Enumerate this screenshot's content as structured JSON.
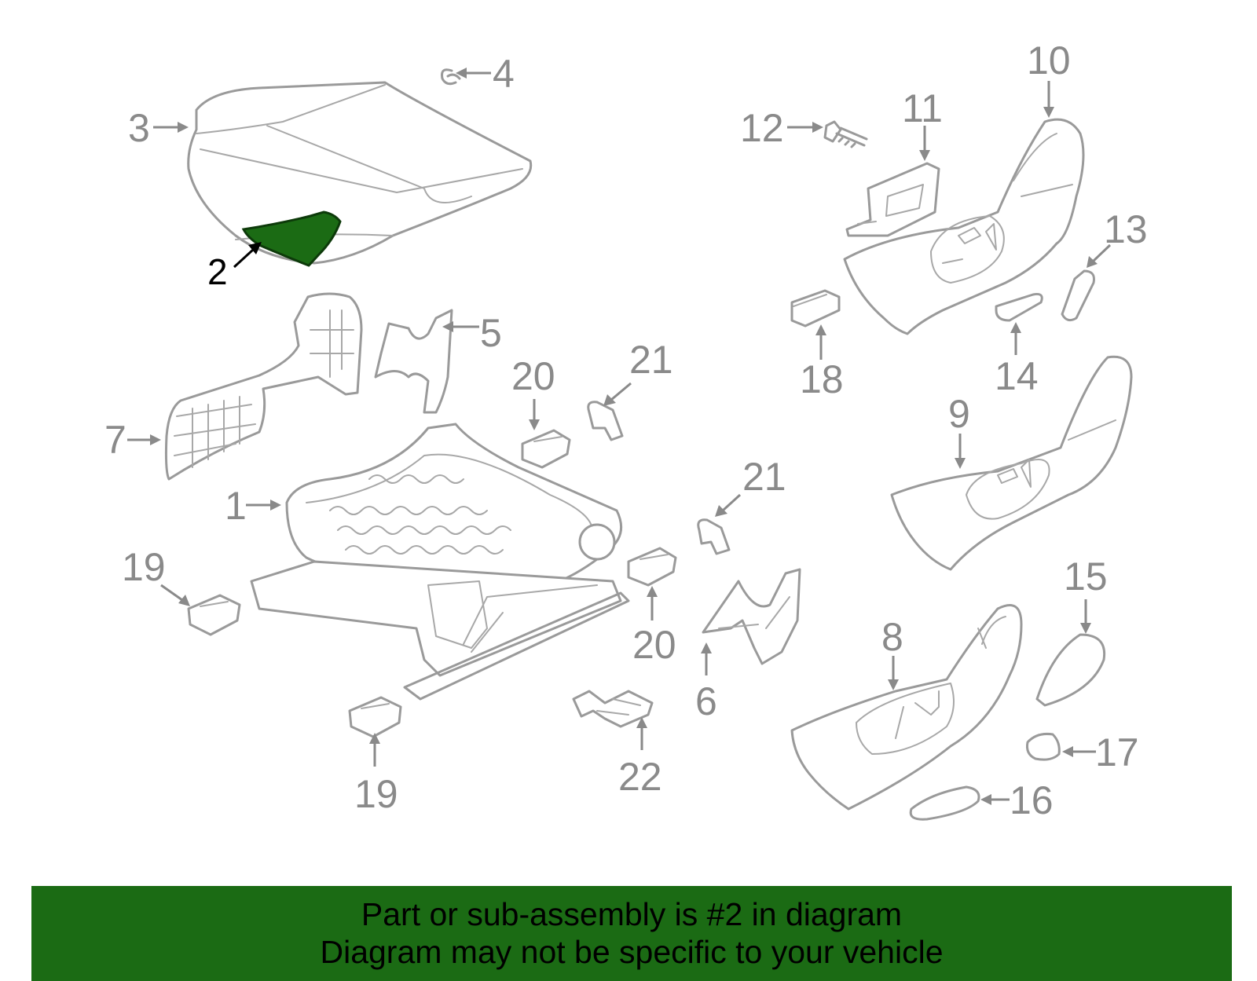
{
  "highlight_color": "#1b6b14",
  "callouts": {
    "c1": "1",
    "c2": "2",
    "c3": "3",
    "c4": "4",
    "c5": "5",
    "c6": "6",
    "c7": "7",
    "c8": "8",
    "c9": "9",
    "c10": "10",
    "c11": "11",
    "c12": "12",
    "c13": "13",
    "c14": "14",
    "c15": "15",
    "c16": "16",
    "c17": "17",
    "c18": "18",
    "c19a": "19",
    "c19b": "19",
    "c20a": "20",
    "c20b": "20",
    "c21a": "21",
    "c21b": "21",
    "c22": "22"
  },
  "banner": {
    "line1": "Part or sub-assembly is #2 in diagram",
    "line2": "Diagram may not be specific to your vehicle"
  }
}
